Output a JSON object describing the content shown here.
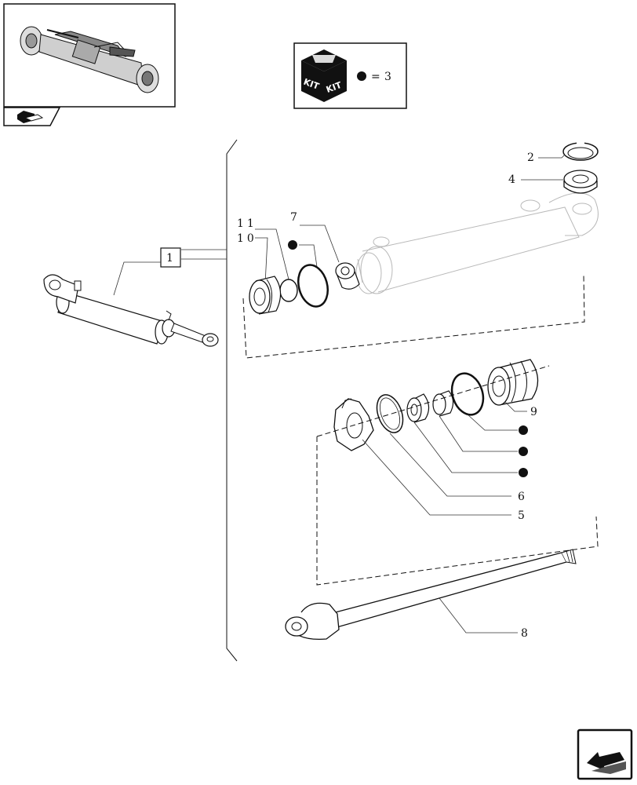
{
  "kit": {
    "label_left": "KIT",
    "label_right": "KIT",
    "equals": "=",
    "quantity": "3"
  },
  "ref_box": {
    "label": "1"
  },
  "callouts": [
    {
      "id": "2",
      "text": "2"
    },
    {
      "id": "4",
      "text": "4"
    },
    {
      "id": "7",
      "text": "7"
    },
    {
      "id": "11",
      "text": "11"
    },
    {
      "id": "10",
      "text": "10"
    },
    {
      "id": "9",
      "text": "9"
    },
    {
      "id": "6",
      "text": "6"
    },
    {
      "id": "5",
      "text": "5"
    },
    {
      "id": "8",
      "text": "8"
    }
  ],
  "icons": {
    "thumbnail": "axle-thumbnail-icon",
    "book": "manual-book-icon",
    "kit": "kit-box-icon",
    "kit_dot": "kit-dot-icon",
    "next": "next-page-arrow-icon"
  },
  "colors": {
    "line": "#111111",
    "ghost": "#b9b9b9",
    "background": "#ffffff"
  }
}
